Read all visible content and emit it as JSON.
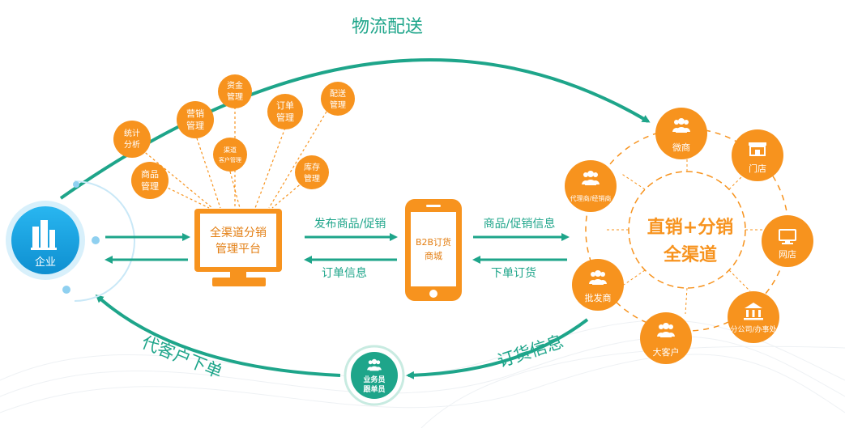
{
  "colors": {
    "orange": "#F7931E",
    "teal": "#1EA58A",
    "blue": "#1BA3E0",
    "dark_orange": "#E37E12"
  },
  "arc_labels": {
    "top": "物流配送",
    "bottom_left": "代客户下单",
    "bottom_right": "订货信息"
  },
  "enterprise": {
    "label": "企业",
    "icon": "building-icon"
  },
  "platform": {
    "line1": "全渠道分销",
    "line2": "管理平台"
  },
  "phone": {
    "line1": "B2B订货",
    "line2": "商城"
  },
  "flow_labels": {
    "publish": "发布商品/促销",
    "order_info": "订单信息",
    "goods_promo": "商品/促销信息",
    "place_order": "下单订货"
  },
  "modules": [
    {
      "line1": "统计",
      "line2": "分析"
    },
    {
      "line1": "商品",
      "line2": "管理"
    },
    {
      "line1": "营销",
      "line2": "管理"
    },
    {
      "line1": "资金",
      "line2": "管理"
    },
    {
      "line1": "渠道",
      "line2": "客户管理"
    },
    {
      "line1": "订单",
      "line2": "管理"
    },
    {
      "line1": "配送",
      "line2": "管理"
    },
    {
      "line1": "库存",
      "line2": "管理"
    }
  ],
  "center": {
    "line1": "直销+分销",
    "line2": "全渠道"
  },
  "channels": [
    {
      "label": "微商",
      "icon": "people-icon"
    },
    {
      "label": "门店",
      "icon": "store-icon"
    },
    {
      "label": "网店",
      "icon": "monitor-icon"
    },
    {
      "label": "分公司/办事处",
      "icon": "bank-icon"
    },
    {
      "label": "大客户",
      "icon": "people-icon"
    },
    {
      "label": "批发商",
      "icon": "people-icon"
    },
    {
      "label": "代理商/经销商",
      "icon": "people-icon"
    }
  ],
  "salesman": {
    "line1": "业务员",
    "line2": "跟单员",
    "icon": "people-icon"
  }
}
